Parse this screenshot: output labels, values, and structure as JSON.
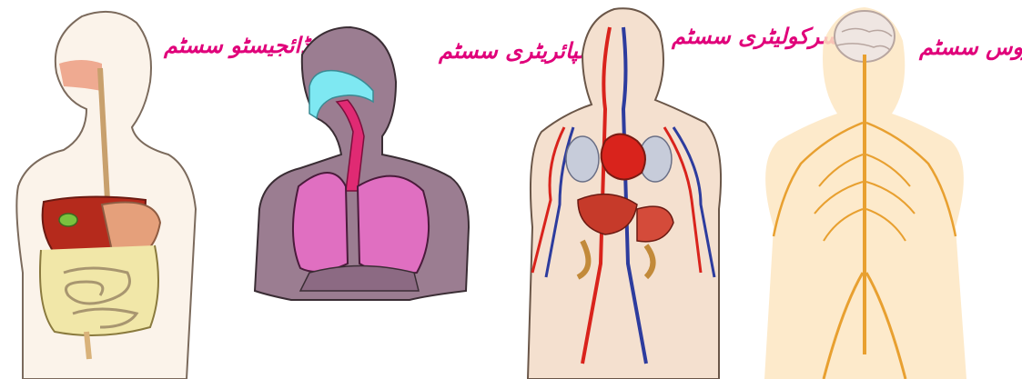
{
  "systems": [
    {
      "label": "ڈائجیسٹو سسٹم",
      "icon": "digestive-system-icon"
    },
    {
      "label": "ریسپائریٹری سسٹم",
      "icon": "respiratory-system-icon"
    },
    {
      "label": "سرکولیٹری سسٹم",
      "icon": "circulatory-system-icon"
    },
    {
      "label": "نروس سسٹم",
      "icon": "nervous-system-icon"
    }
  ],
  "colors": {
    "label": "#e0007a",
    "digestive_liver": "#b52a1c",
    "respiratory_body": "#9b7d91",
    "respiratory_lungs": "#e06fc1",
    "respiratory_airway": "#7ee8f2",
    "circulatory_artery": "#d9231c",
    "circulatory_vein": "#2d3c9e",
    "nervous_nerve": "#e8a030"
  }
}
